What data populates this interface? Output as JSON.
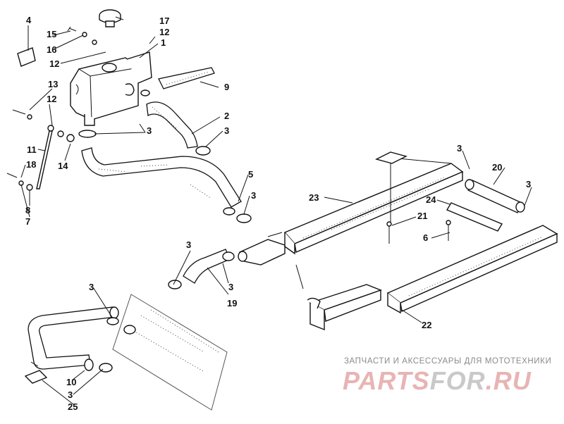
{
  "callouts": [
    {
      "id": "c17",
      "text": "17"
    },
    {
      "id": "c4",
      "text": "4"
    },
    {
      "id": "c15",
      "text": "15"
    },
    {
      "id": "c12a",
      "text": "12"
    },
    {
      "id": "c16",
      "text": "16"
    },
    {
      "id": "c1",
      "text": "1"
    },
    {
      "id": "c12b",
      "text": "12"
    },
    {
      "id": "c9",
      "text": "9"
    },
    {
      "id": "c13",
      "text": "13"
    },
    {
      "id": "c12c",
      "text": "12"
    },
    {
      "id": "c2",
      "text": "2"
    },
    {
      "id": "c3a",
      "text": "3"
    },
    {
      "id": "c3b",
      "text": "3"
    },
    {
      "id": "c11",
      "text": "11"
    },
    {
      "id": "c14",
      "text": "14"
    },
    {
      "id": "c18",
      "text": "18"
    },
    {
      "id": "c8",
      "text": "8"
    },
    {
      "id": "c7",
      "text": "7"
    },
    {
      "id": "c5",
      "text": "5"
    },
    {
      "id": "c3c",
      "text": "3"
    },
    {
      "id": "c3d",
      "text": "3"
    },
    {
      "id": "c20",
      "text": "20"
    },
    {
      "id": "c3e",
      "text": "3"
    },
    {
      "id": "c23",
      "text": "23"
    },
    {
      "id": "c24",
      "text": "24"
    },
    {
      "id": "c21",
      "text": "21"
    },
    {
      "id": "c6",
      "text": "6"
    },
    {
      "id": "c3f",
      "text": "3"
    },
    {
      "id": "c3g",
      "text": "3"
    },
    {
      "id": "c19",
      "text": "19"
    },
    {
      "id": "c3h",
      "text": "3"
    },
    {
      "id": "c22",
      "text": "22"
    },
    {
      "id": "c10",
      "text": "10"
    },
    {
      "id": "c3i",
      "text": "3"
    },
    {
      "id": "c25",
      "text": "25"
    }
  ],
  "watermark": {
    "caption": "ЗАПЧАСТИ И АКСЕССУАРЫ ДЛЯ МОТОТЕХНИКИ",
    "logo_part1": "PARTS",
    "logo_part2": "FOR",
    "logo_part3": ".RU",
    "logo_color": "#e8b4b4",
    "logo_gray": "#c9c9c9"
  }
}
